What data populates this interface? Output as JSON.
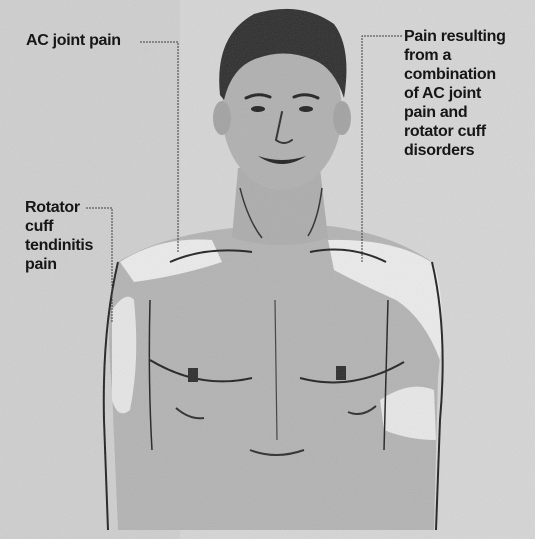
{
  "labels": {
    "ac_joint": "AC joint pain",
    "rotator_cuff": "Rotator\ncuff\ntendinitis\npain",
    "combination": "Pain resulting\nfrom a\ncombination\nof AC joint\npain and\nrotator cuff\ndisorders"
  },
  "colors": {
    "background": "#d9d9d9",
    "skin": "#b0b0b0",
    "shaded_region": "#ececec",
    "hair": "#2b2b2b",
    "line": "#1e1e1e"
  },
  "icons": [
    "male-torso-illustration"
  ]
}
